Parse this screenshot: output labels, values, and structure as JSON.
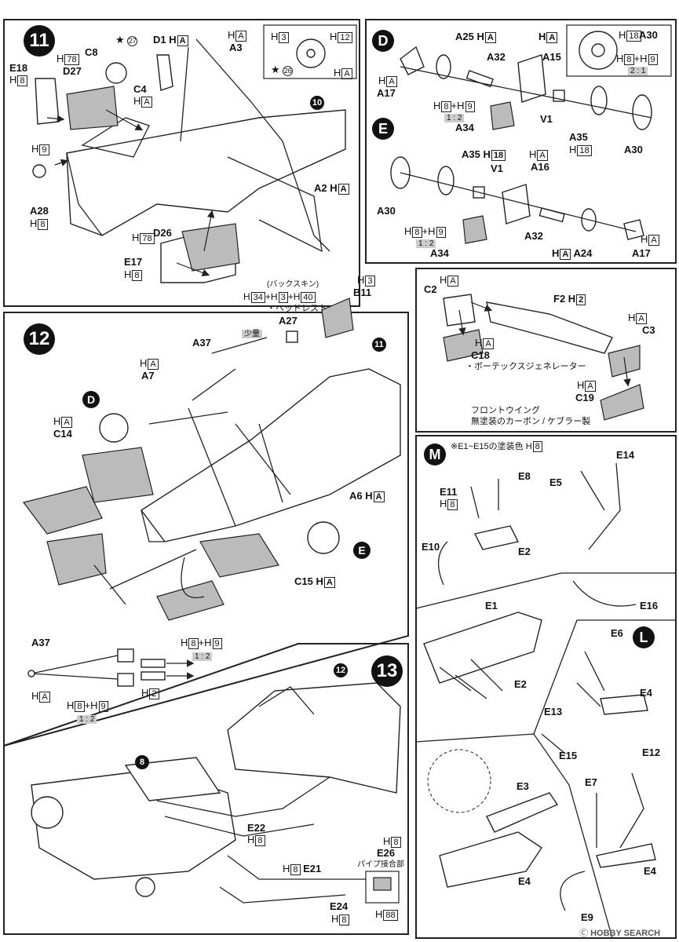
{
  "step11": {
    "num": "11",
    "ref10": "10",
    "labels": {
      "e18": "E18",
      "d27": "D27",
      "c8": "C8",
      "c4": "C4",
      "d1": "D1",
      "a3": "A3",
      "a2": "A2",
      "a28": "A28",
      "d26": "D26",
      "e17": "E17",
      "star27": "★",
      "c27": "27",
      "star26": "★",
      "c26": "26"
    },
    "colors": {
      "h8": "8",
      "h78": "78",
      "hA": "A",
      "h9": "9",
      "h3": "3",
      "h12": "12"
    }
  },
  "subD": {
    "letter": "D",
    "a25": "A25",
    "a15": "A15",
    "a17": "A17",
    "a32": "A32",
    "a34": "A34",
    "v1": "V1",
    "a35": "A35",
    "a30": "A30",
    "h18": "18",
    "h8p9": "8",
    "h9": "9",
    "ratio": "1 : 2",
    "ratio2": "2 : 1",
    "a30top": "A30"
  },
  "subE": {
    "letter": "E",
    "a30": "A30",
    "a35": "A35",
    "v1": "V1",
    "a16": "A16",
    "a34": "A34",
    "a32": "A32",
    "a24": "A24",
    "a17": "A17",
    "ratio": "1 : 2"
  },
  "step12": {
    "num": "12",
    "ref11": "11",
    "refD": "D",
    "refE": "E",
    "backskin": "(バックスキン)",
    "mix": "H",
    "mixparts": [
      "34",
      "3",
      "40"
    ],
    "headrest": "・ヘッドレスト",
    "a27": "A27",
    "b11": "B11",
    "a37": "A37",
    "shoryo": "少量",
    "a7": "A7",
    "c14": "C14",
    "a6": "A6",
    "c15": "C15"
  },
  "wing": {
    "c2": "C2",
    "f2": "F2",
    "c18": "C18",
    "c3": "C3",
    "c19": "C19",
    "vortex": "・ボーテックスジェネレーター",
    "note1": "フロントウイング",
    "note2": "無塗装のカーボン / ケブラー製",
    "h2": "2"
  },
  "a37detail": {
    "title": "A37",
    "h2": "2",
    "ratio": "1 : 2"
  },
  "step13": {
    "num": "13",
    "ref12": "12",
    "ref8": "8",
    "e22": "E22",
    "e21": "E21",
    "e24": "E24",
    "e26": "E26",
    "pipe": "パイプ接合部",
    "h88": "88"
  },
  "subM": {
    "letter": "M",
    "note": "※E1~E15の塗装色",
    "e8": "E8",
    "e11": "E11",
    "e2": "E2",
    "e10": "E10",
    "e5": "E5",
    "e14": "E14",
    "e16": "E16",
    "e1": "E1",
    "e2b": "E2"
  },
  "subL": {
    "letter": "L",
    "e6": "E6",
    "e13": "E13",
    "e4": "E4",
    "e15": "E15",
    "e12": "E12",
    "e7": "E7",
    "e3": "E3",
    "e4b": "E4",
    "e4c": "E4",
    "e9": "E9"
  },
  "footer": {
    "watermark": "HOBBY SEARCH",
    "code": "Ⓒ"
  }
}
